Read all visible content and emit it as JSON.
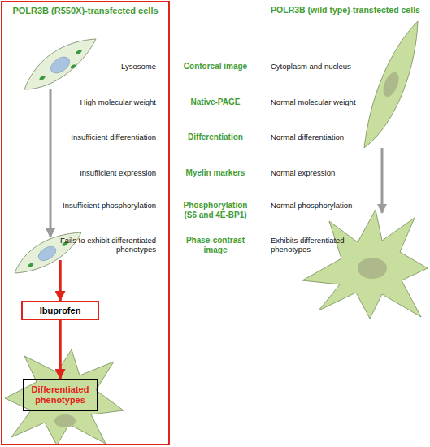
{
  "diagram": {
    "nodes": [
      {
        "text": [
          "POLR3B (R550X)-transfected cells"
        ]
      },
      {
        "text": [
          "Ibuprofen"
        ],
        "in": 0
      },
      {
        "text": [
          "Differentiated phenotypes"
        ],
        "in": 0
      }
    ],
    "edges": [
      {
        "from": 1,
        "to": 2,
        "arrow": "to"
      }
    ],
    "labels": [
      "POLR3B (wild type)-transfected cells",
      "Lysosome",
      "Conforcal image",
      "Cytoplasm and nucleus",
      "High molecular weight",
      "Native-PAGE",
      "Normal molecular weight",
      "Insufficient differentiation",
      "Differentiation",
      "Normal differentiation",
      "Insufficient expression",
      "Myelin markers",
      "Normal expression",
      "Insufficient phosphorylation",
      "Phosphorylation (S6 and 4E-BP1)",
      "Normal phosphorylation",
      "Fails to exhibit differentiated phenotypes",
      "Phase-contrast image",
      "Exhibits differentiated phenotypes"
    ]
  }
}
